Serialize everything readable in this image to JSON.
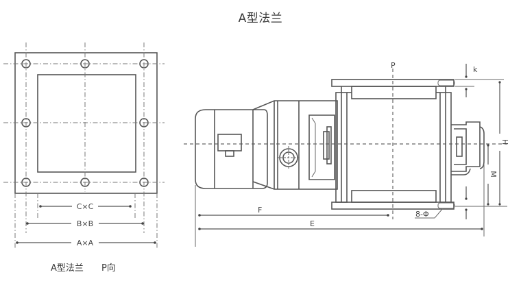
{
  "title": "A型法兰",
  "caption": {
    "part1": "A型法兰",
    "part2": "P向"
  },
  "flange_view": {
    "dimensions": {
      "inner": "C×C",
      "bolt": "B×B",
      "outer": "A×A"
    }
  },
  "side_view": {
    "labels": {
      "view_arrow": "P",
      "thickness": "k",
      "height": "H",
      "center_height": "M",
      "bolt_holes": "8-Φ",
      "overall_length": "E",
      "center_length": "F"
    }
  }
}
